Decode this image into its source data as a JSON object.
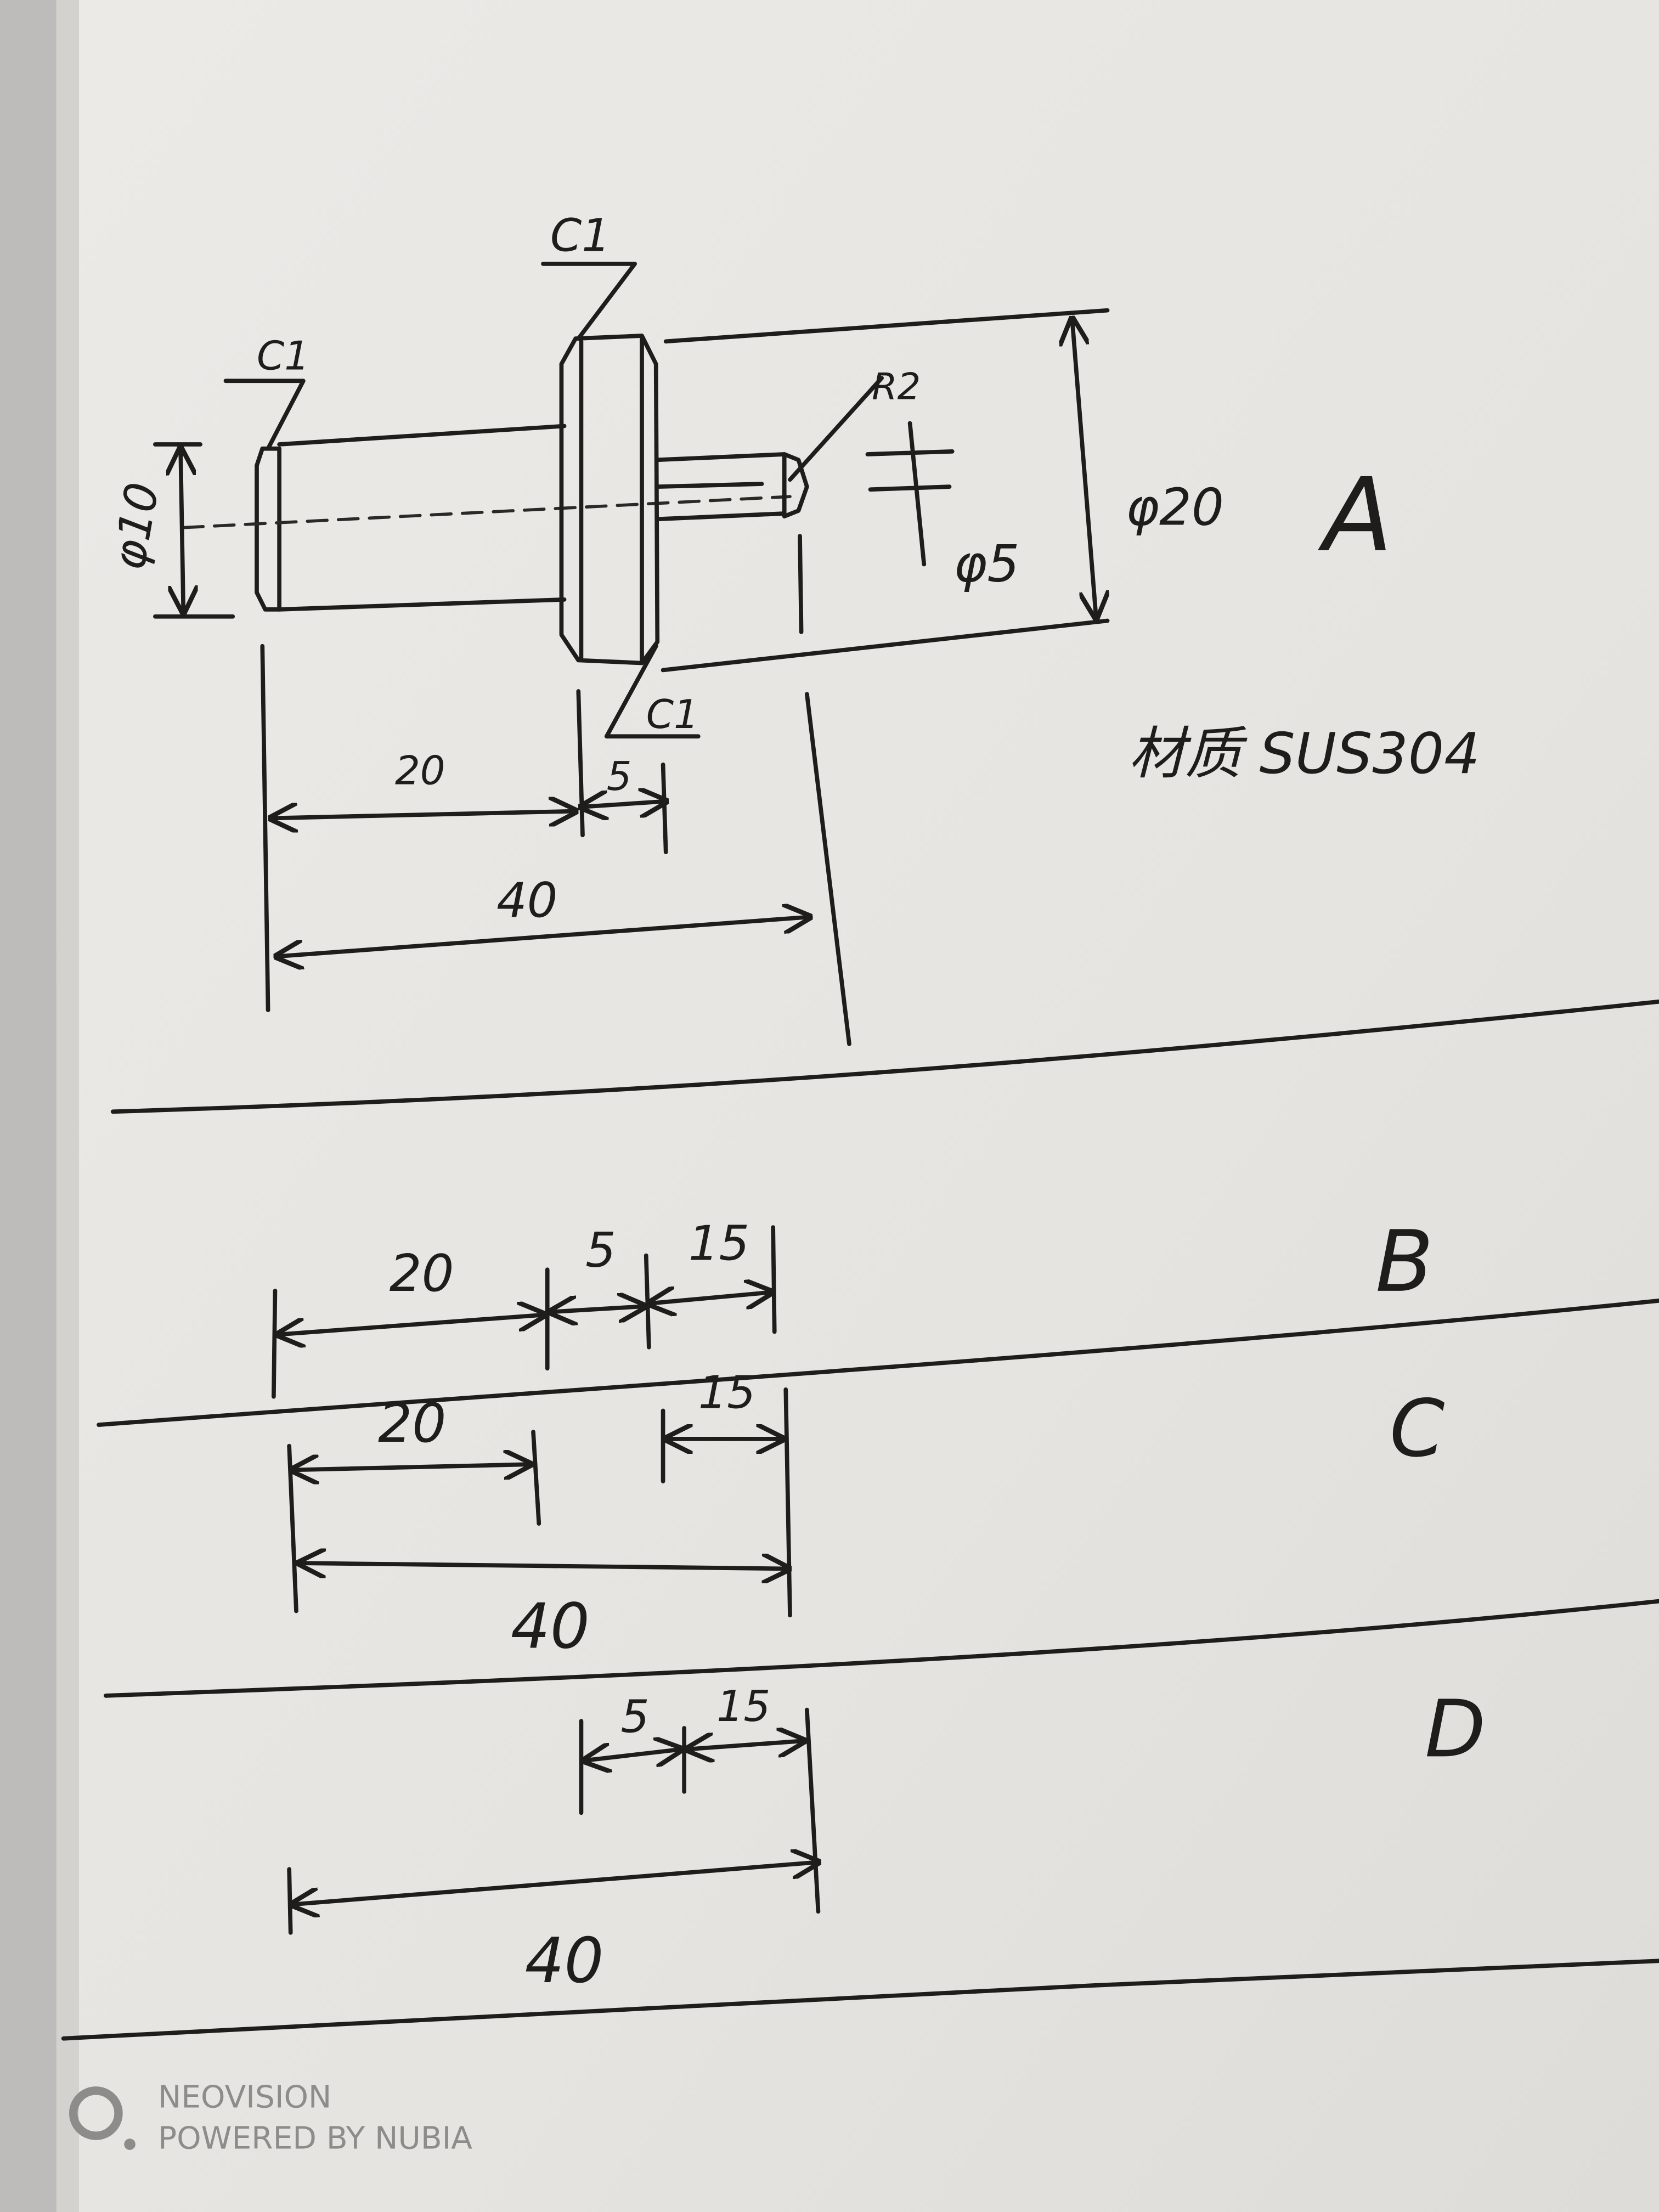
{
  "sheet": {
    "paper_color": "#e9e7e4",
    "ink_color": "#1e1d1c"
  },
  "view_a": {
    "label": "A",
    "chamfers": [
      "C1",
      "C1",
      "C1"
    ],
    "radius": "R2",
    "diameters": {
      "small": "φ10",
      "large": "φ20",
      "tip": "φ5"
    },
    "material": "材质 SUS304",
    "dims": {
      "d20": "20",
      "d5": "5",
      "d40": "40"
    }
  },
  "view_b": {
    "label": "B",
    "dims": {
      "d20": "20",
      "d5": "5",
      "d15": "15"
    }
  },
  "view_c": {
    "label": "C",
    "dims": {
      "d20": "20",
      "d15": "15",
      "d40": "40"
    }
  },
  "view_d": {
    "label": "D",
    "dims": {
      "d5": "5",
      "d15": "15",
      "d40": "40"
    }
  },
  "watermark": {
    "line1": "NEOVISION",
    "line2": "POWERED BY NUBIA"
  }
}
